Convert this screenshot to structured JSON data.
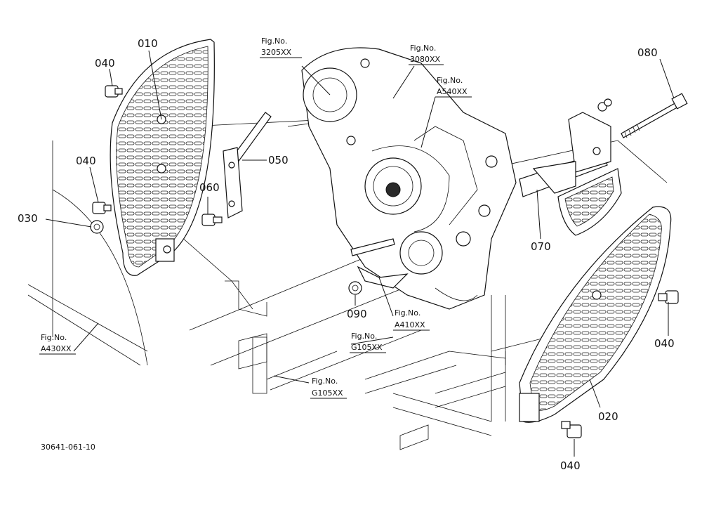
{
  "parts": {
    "p010": "010",
    "p020": "020",
    "p030": "030",
    "p040_a": "040",
    "p040_b": "040",
    "p040_c": "040",
    "p040_d": "040",
    "p050": "050",
    "p060": "060",
    "p070": "070",
    "p080": "080",
    "p090": "090"
  },
  "references": {
    "r3205": {
      "label": "Fig.No.",
      "code": "3205XX"
    },
    "r3080": {
      "label": "Fig.No.",
      "code": "3080XX"
    },
    "rA540": {
      "label": "Fig.No.",
      "code": "A540XX"
    },
    "rA410": {
      "label": "Fig.No.",
      "code": "A410XX"
    },
    "rA430": {
      "label": "Fig.No.",
      "code": "A430XX"
    },
    "rG105a": {
      "label": "Fig.No.",
      "code": "G105XX"
    },
    "rG105b": {
      "label": "Fig.No.",
      "code": "G105XX"
    }
  },
  "drawing_code": "30641-061-10"
}
